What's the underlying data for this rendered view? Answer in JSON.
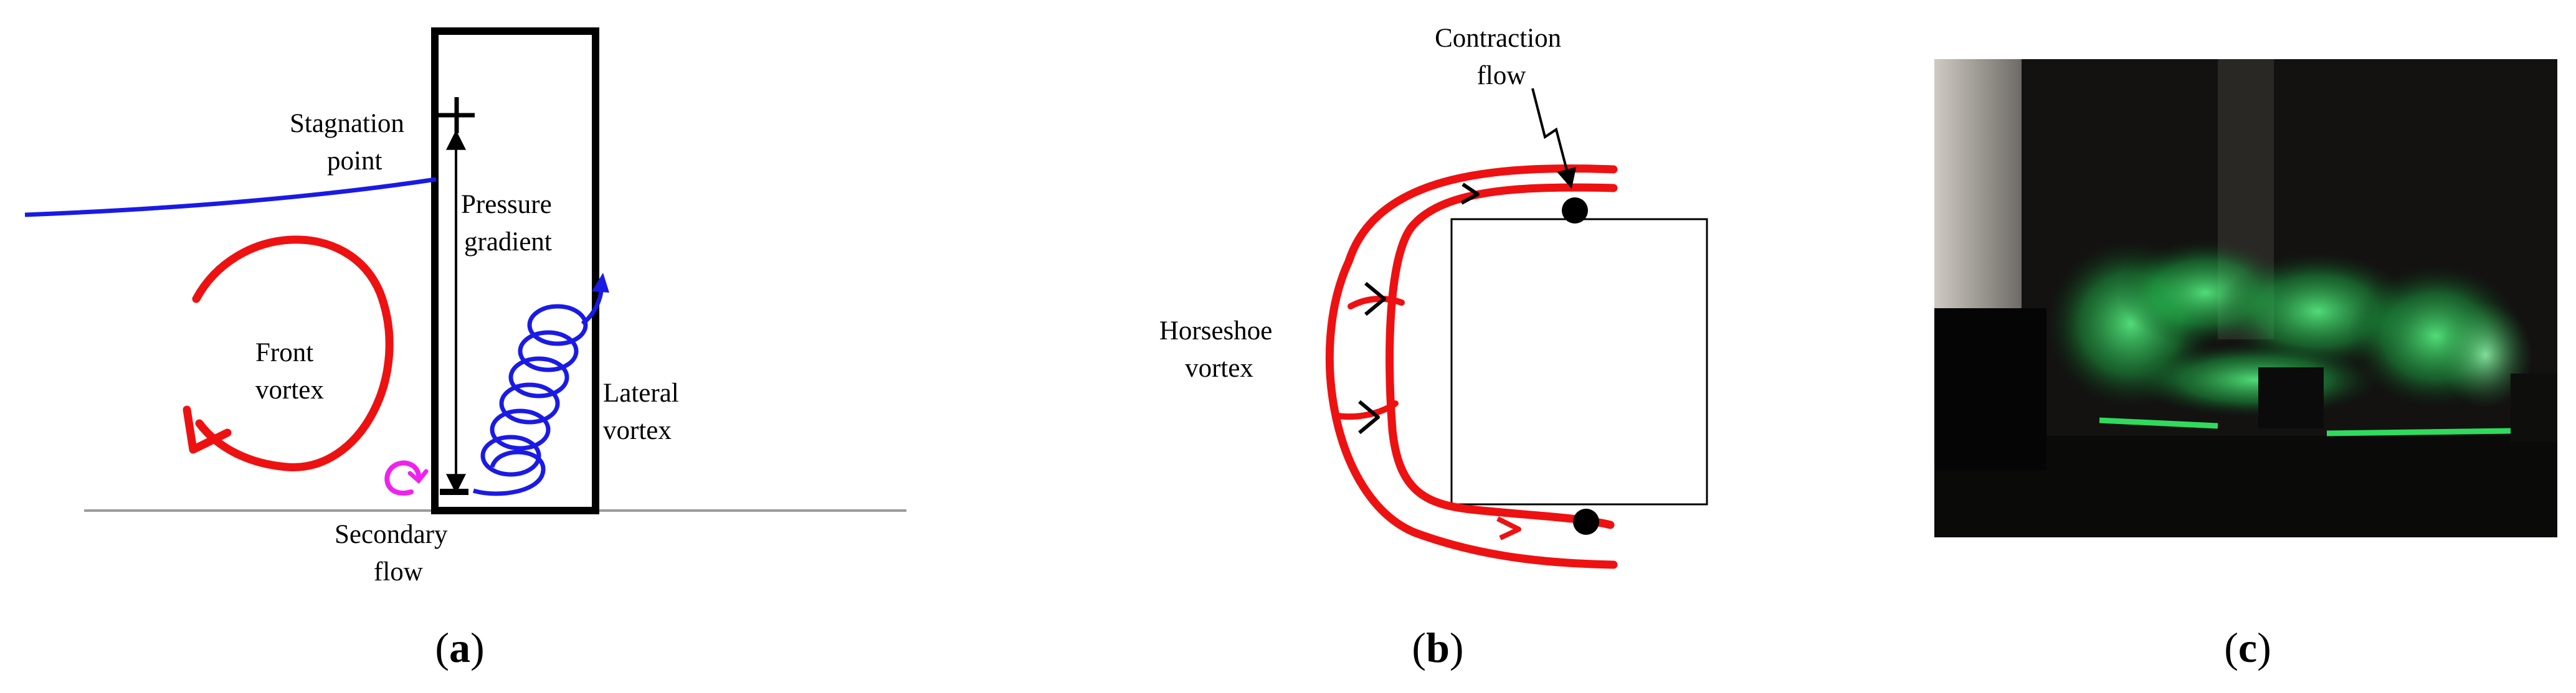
{
  "panel_a": {
    "stagnation": [
      "Stagnation",
      "point"
    ],
    "pressure": [
      "Pressure",
      "gradient"
    ],
    "plus": "+",
    "minus": "−",
    "front": [
      "Front",
      "vortex"
    ],
    "lateral": [
      "Lateral",
      "vortex"
    ],
    "secondary": [
      "Secondary",
      "flow"
    ],
    "caption_open": "(",
    "caption_letter": "a",
    "caption_close": ")"
  },
  "panel_b": {
    "contraction": [
      "Contraction",
      "flow"
    ],
    "horseshoe": [
      "Horseshoe",
      "vortex"
    ],
    "caption_open": "(",
    "caption_letter": "b",
    "caption_close": ")"
  },
  "panel_c": {
    "caption_open": "(",
    "caption_letter": "c",
    "caption_close": ")"
  },
  "colors": {
    "vortex_red": "#ee1111",
    "flow_blue": "#1a1ae6",
    "secondary_magenta": "#ee22ee",
    "laser_green": "#22dd55"
  }
}
